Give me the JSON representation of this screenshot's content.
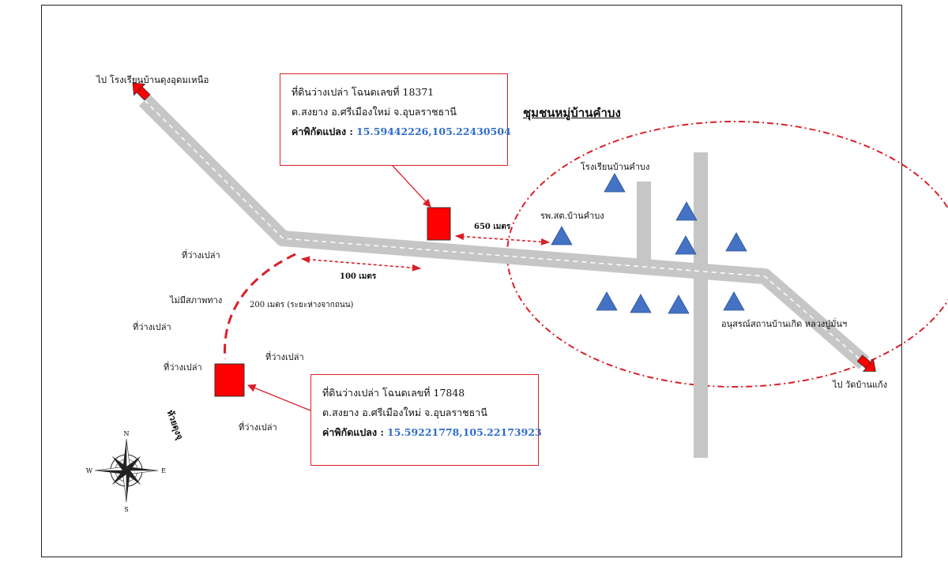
{
  "map_title": "ชุมชนหมู่บ้านคำบง",
  "parcel_north": {
    "line1": "ที่ดินว่างเปล่า โฉนดเลขที่ 18371",
    "line2": "ต.สงยาง อ.ศรีเมืองใหม่ จ.อุบลราชธานี",
    "coord_label": "ค่าพิกัดแปลง :",
    "coord_value": "15.59442226,105.22430504"
  },
  "parcel_south": {
    "line1": "ที่ดินว่างเปล่า โฉนดเลขที่ 17848",
    "line2": "ต.สงยาง อ.ศรีเมืองใหม่ จ.อุบลราชธานี",
    "coord_label": "ค่าพิกัดแปลง :",
    "coord_value": "15.59221778,105.22173923"
  },
  "labels": {
    "to_north_school": "ไป โรงเรียนบ้านดุงอุดมเหนือ",
    "to_temple": "ไป วัดบ้านแก้ง",
    "school": "โรงเรียนบ้านคำบง",
    "health_center": "รพ.สต.บ้านคำบง",
    "monument": "อนุสรณ์สถานบ้านเกิด หลวงปู่มั่นฯ",
    "dist_650": "650 เมตร",
    "dist_100": "100 เมตร",
    "dist_200": "200 เมตร (ระยะห่างจากถนน)",
    "no_road": "ไม่มีสภาพทาง",
    "vacant_1": "ที่ว่างเปล่า",
    "vacant_2": "ที่ว่างเปล่า",
    "vacant_3": "ที่ว่างเปล่า",
    "vacant_4": "ที่ว่างเปล่า",
    "vacant_5": "ที่ว่างเปล่า",
    "stream": "ห้วยดุงจุ"
  },
  "compass": {
    "n": "N",
    "s": "S",
    "e": "E",
    "w": "W"
  },
  "colors": {
    "road": "#c6c6c6",
    "parcel": "#ff0000",
    "building": "#4472c4",
    "boundary": "#d9202a",
    "coord_text": "#2f6cc9"
  },
  "icons": {
    "building": "blue-triangle-icon",
    "parcel": "red-square-icon",
    "direction": "red-arrow-icon",
    "compass": "compass-rose-icon"
  }
}
